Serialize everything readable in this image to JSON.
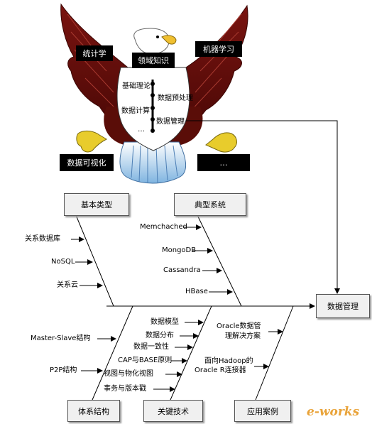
{
  "eagle_labels": {
    "stats": "统计学",
    "domain": "领域知识",
    "ml": "机器学习",
    "viz": "数据可视化",
    "more": "…"
  },
  "shield": {
    "left": [
      "基础理论",
      "数据计算",
      "…"
    ],
    "right": [
      "数据预处理",
      "数据管理"
    ]
  },
  "boxes": {
    "basic_types": "基本类型",
    "typical_systems": "典型系统",
    "data_management": "数据管理",
    "architecture": "体系结构",
    "key_tech": "关键技术",
    "use_cases": "应用案例"
  },
  "branches": {
    "basic_types": [
      "关系数据库",
      "NoSQL",
      "关系云"
    ],
    "typical_systems": [
      "Memchached",
      "MongoDB",
      "Cassandra",
      "HBase"
    ],
    "architecture": [
      "Master-Slave结构",
      "P2P结构"
    ],
    "key_tech": [
      "数据模型",
      "数据分布",
      "数据一致性",
      "CAP与BASE原则",
      "视图与物化视图",
      "事务与版本戳"
    ],
    "use_cases": [
      "Oracle数据管",
      "理解决方案",
      "面向Hadoop的",
      "Oracle R连接器"
    ]
  },
  "watermark": "e-works"
}
